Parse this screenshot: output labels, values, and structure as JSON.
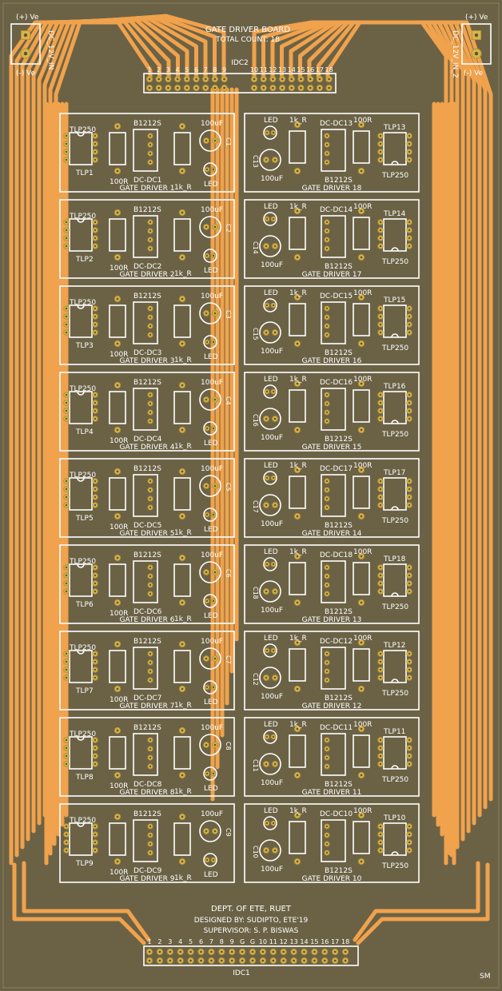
{
  "board": {
    "title": "GATE DRIVER BOARD",
    "count": "TOTAL COUNT: 18",
    "dept": "DEPT. OF ETE, RUET",
    "designed": "DESIGNED BY: SUDIPTO, ETE'19",
    "supervisor": "SUPERVISOR: S. P. BISWAS",
    "initials": "SM",
    "colors": {
      "board": "#6b6246",
      "trace": "#f0a24c",
      "silk": "#ffffff",
      "pad": "#d8b54a"
    }
  },
  "power": {
    "left": {
      "pos": "(+) Ve",
      "neg": "(-) Ve",
      "label": "DC_12V_IN"
    },
    "right": {
      "pos": "(+) Ve",
      "neg": "(-) Ve",
      "label": "DC_12V_IN_2"
    }
  },
  "idc2": {
    "label": "IDC2",
    "pins": [
      "1",
      "2",
      "3",
      "4",
      "5",
      "6",
      "7",
      "8",
      "9",
      "10",
      "11",
      "12",
      "13",
      "14",
      "15",
      "16",
      "17",
      "18"
    ]
  },
  "idc1": {
    "label": "IDC1",
    "pins": [
      "1",
      "2",
      "3",
      "4",
      "5",
      "6",
      "7",
      "8",
      "9",
      "G",
      "G",
      "10",
      "11",
      "12",
      "13",
      "14",
      "15",
      "16",
      "17",
      "18"
    ]
  },
  "common": {
    "opto": "TLP250",
    "conv": "B1212S",
    "cap": "100uF",
    "res_gate": "100R",
    "res_led": "1k_R",
    "led": "LED"
  },
  "left_modules": [
    {
      "name": "GATE DRIVER 1",
      "tlp": "TLP1",
      "dcdc": "DC-DC1",
      "c": "C1"
    },
    {
      "name": "GATE DRIVER 2",
      "tlp": "TLP2",
      "dcdc": "DC-DC2",
      "c": "C2"
    },
    {
      "name": "GATE DRIVER 3",
      "tlp": "TLP3",
      "dcdc": "DC-DC3",
      "c": "C3"
    },
    {
      "name": "GATE DRIVER 4",
      "tlp": "TLP4",
      "dcdc": "DC-DC4",
      "c": "C4"
    },
    {
      "name": "GATE DRIVER 5",
      "tlp": "TLP5",
      "dcdc": "DC-DC5",
      "c": "C5"
    },
    {
      "name": "GATE DRIVER 6",
      "tlp": "TLP6",
      "dcdc": "DC-DC6",
      "c": "C6"
    },
    {
      "name": "GATE DRIVER 7",
      "tlp": "TLP7",
      "dcdc": "DC-DC7",
      "c": "C7"
    },
    {
      "name": "GATE DRIVER 8",
      "tlp": "TLP8",
      "dcdc": "DC-DC8",
      "c": "C8"
    },
    {
      "name": "GATE DRIVER 9",
      "tlp": "TLP9",
      "dcdc": "DC-DC9",
      "c": "C9"
    }
  ],
  "right_modules": [
    {
      "name": "GATE DRIVER 18",
      "tlp": "TLP13",
      "dcdc": "DC-DC13",
      "c": "C13"
    },
    {
      "name": "GATE DRIVER 17",
      "tlp": "TLP14",
      "dcdc": "DC-DC14",
      "c": "C14"
    },
    {
      "name": "GATE DRIVER 16",
      "tlp": "TLP15",
      "dcdc": "DC-DC15",
      "c": "C15"
    },
    {
      "name": "GATE DRIVER 15",
      "tlp": "TLP16",
      "dcdc": "DC-DC16",
      "c": "C16"
    },
    {
      "name": "GATE DRIVER 14",
      "tlp": "TLP17",
      "dcdc": "DC-DC17",
      "c": "C17"
    },
    {
      "name": "GATE DRIVER 13",
      "tlp": "TLP18",
      "dcdc": "DC-DC18",
      "c": "C18"
    },
    {
      "name": "GATE DRIVER 12",
      "tlp": "TLP12",
      "dcdc": "DC-DC12",
      "c": "C12"
    },
    {
      "name": "GATE DRIVER 11",
      "tlp": "TLP11",
      "dcdc": "DC-DC11",
      "c": "C11"
    },
    {
      "name": "GATE DRIVER 10",
      "tlp": "TLP10",
      "dcdc": "DC-DC10",
      "c": "C10"
    }
  ]
}
